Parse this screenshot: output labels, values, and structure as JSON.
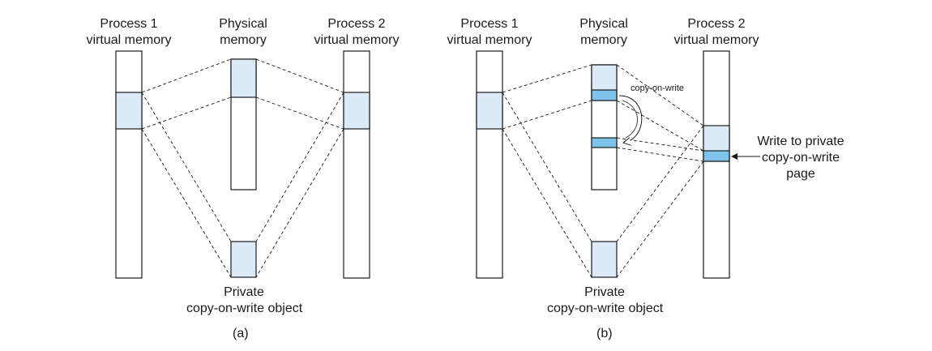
{
  "panel_a": {
    "caption": "(a)",
    "process1_label": [
      "Process 1",
      "virtual memory"
    ],
    "physical_label": [
      "Physical",
      "memory"
    ],
    "process2_label": [
      "Process 2",
      "virtual memory"
    ],
    "object_label": [
      "Private",
      "copy-on-write object"
    ]
  },
  "panel_b": {
    "caption": "(b)",
    "process1_label": [
      "Process 1",
      "virtual memory"
    ],
    "physical_label": [
      "Physical",
      "memory"
    ],
    "process2_label": [
      "Process 2",
      "virtual memory"
    ],
    "object_label": [
      "Private",
      "copy-on-write object"
    ],
    "cow_arrow_label": "copy-on-write",
    "write_annotation": [
      "Write to private",
      "copy-on-write",
      "page"
    ]
  },
  "colors": {
    "region_fill": "#dbeaf7",
    "page_fill": "#7ec3ea",
    "stroke": "#1a1a1a"
  }
}
